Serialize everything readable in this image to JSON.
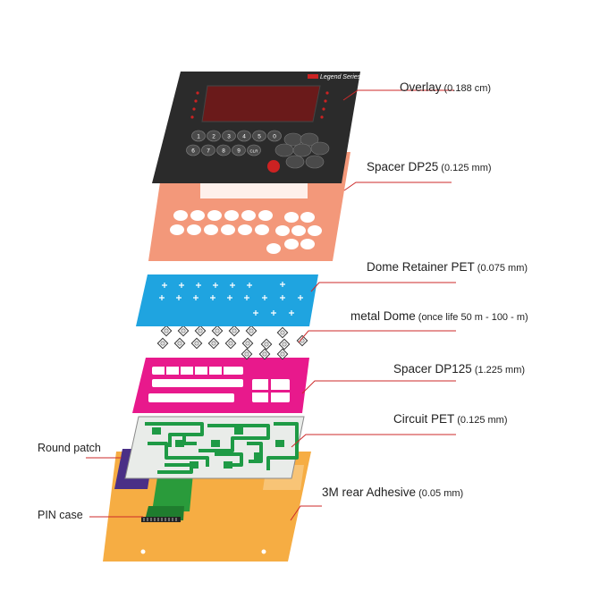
{
  "layers": [
    {
      "id": "overlay",
      "name": "Overlay",
      "spec": "(0.188 cm)",
      "color": "#2b2b2b"
    },
    {
      "id": "spacer-dp25",
      "name": "Spacer DP25",
      "spec": "(0.125 mm)",
      "color": "#f3987a"
    },
    {
      "id": "dome-retainer",
      "name": "Dome Retainer PET",
      "spec": "(0.075 mm)",
      "color": "#1fa4e0"
    },
    {
      "id": "metal-dome",
      "name": "metal Dome",
      "spec": "(once life 50 m - 100 - m)",
      "color": "#ffffff"
    },
    {
      "id": "spacer-dp125",
      "name": "Spacer DP125",
      "spec": "(1.225 mm)",
      "color": "#e8198c"
    },
    {
      "id": "circuit-pet",
      "name": "Circuit PET",
      "spec": "(0.125 mm)",
      "color": "#1e9a45"
    },
    {
      "id": "rear-adhesive",
      "name": "3M rear Adhesive",
      "spec": "(0.05 mm)",
      "color": "#f6ad43"
    }
  ],
  "side_labels": {
    "round_patch": "Round patch",
    "pin_case": "PIN case"
  },
  "overlay_panel": {
    "brand_text": "Legend Series",
    "buttons": [
      "1",
      "2",
      "3",
      "4",
      "5",
      "0",
      "6",
      "7",
      "8",
      "9",
      "CLR"
    ]
  },
  "colors": {
    "leader_line": "#cc2a2a",
    "round_patch": "#4a2f86",
    "pin_case": "#2a9b3b"
  }
}
